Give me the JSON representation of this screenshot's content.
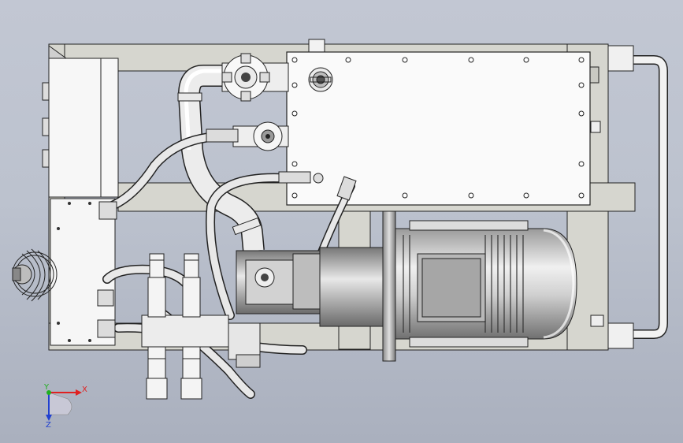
{
  "viewport": {
    "background_top": "#c2c7d3",
    "background_bottom": "#aab0be"
  },
  "model": {
    "line_color": "#1e1e1e",
    "metal_light": "#f4f4f4",
    "metal_mid": "#d9d9d9",
    "metal_dark": "#6e6e6e",
    "frame_color": "#d4d4cc",
    "hose_color": "#e6e6e6"
  },
  "triad": {
    "x_label": "X",
    "y_label": "Y",
    "z_label": "Z",
    "x_color": "#e02020",
    "y_color": "#20b020",
    "z_color": "#2040d0"
  }
}
